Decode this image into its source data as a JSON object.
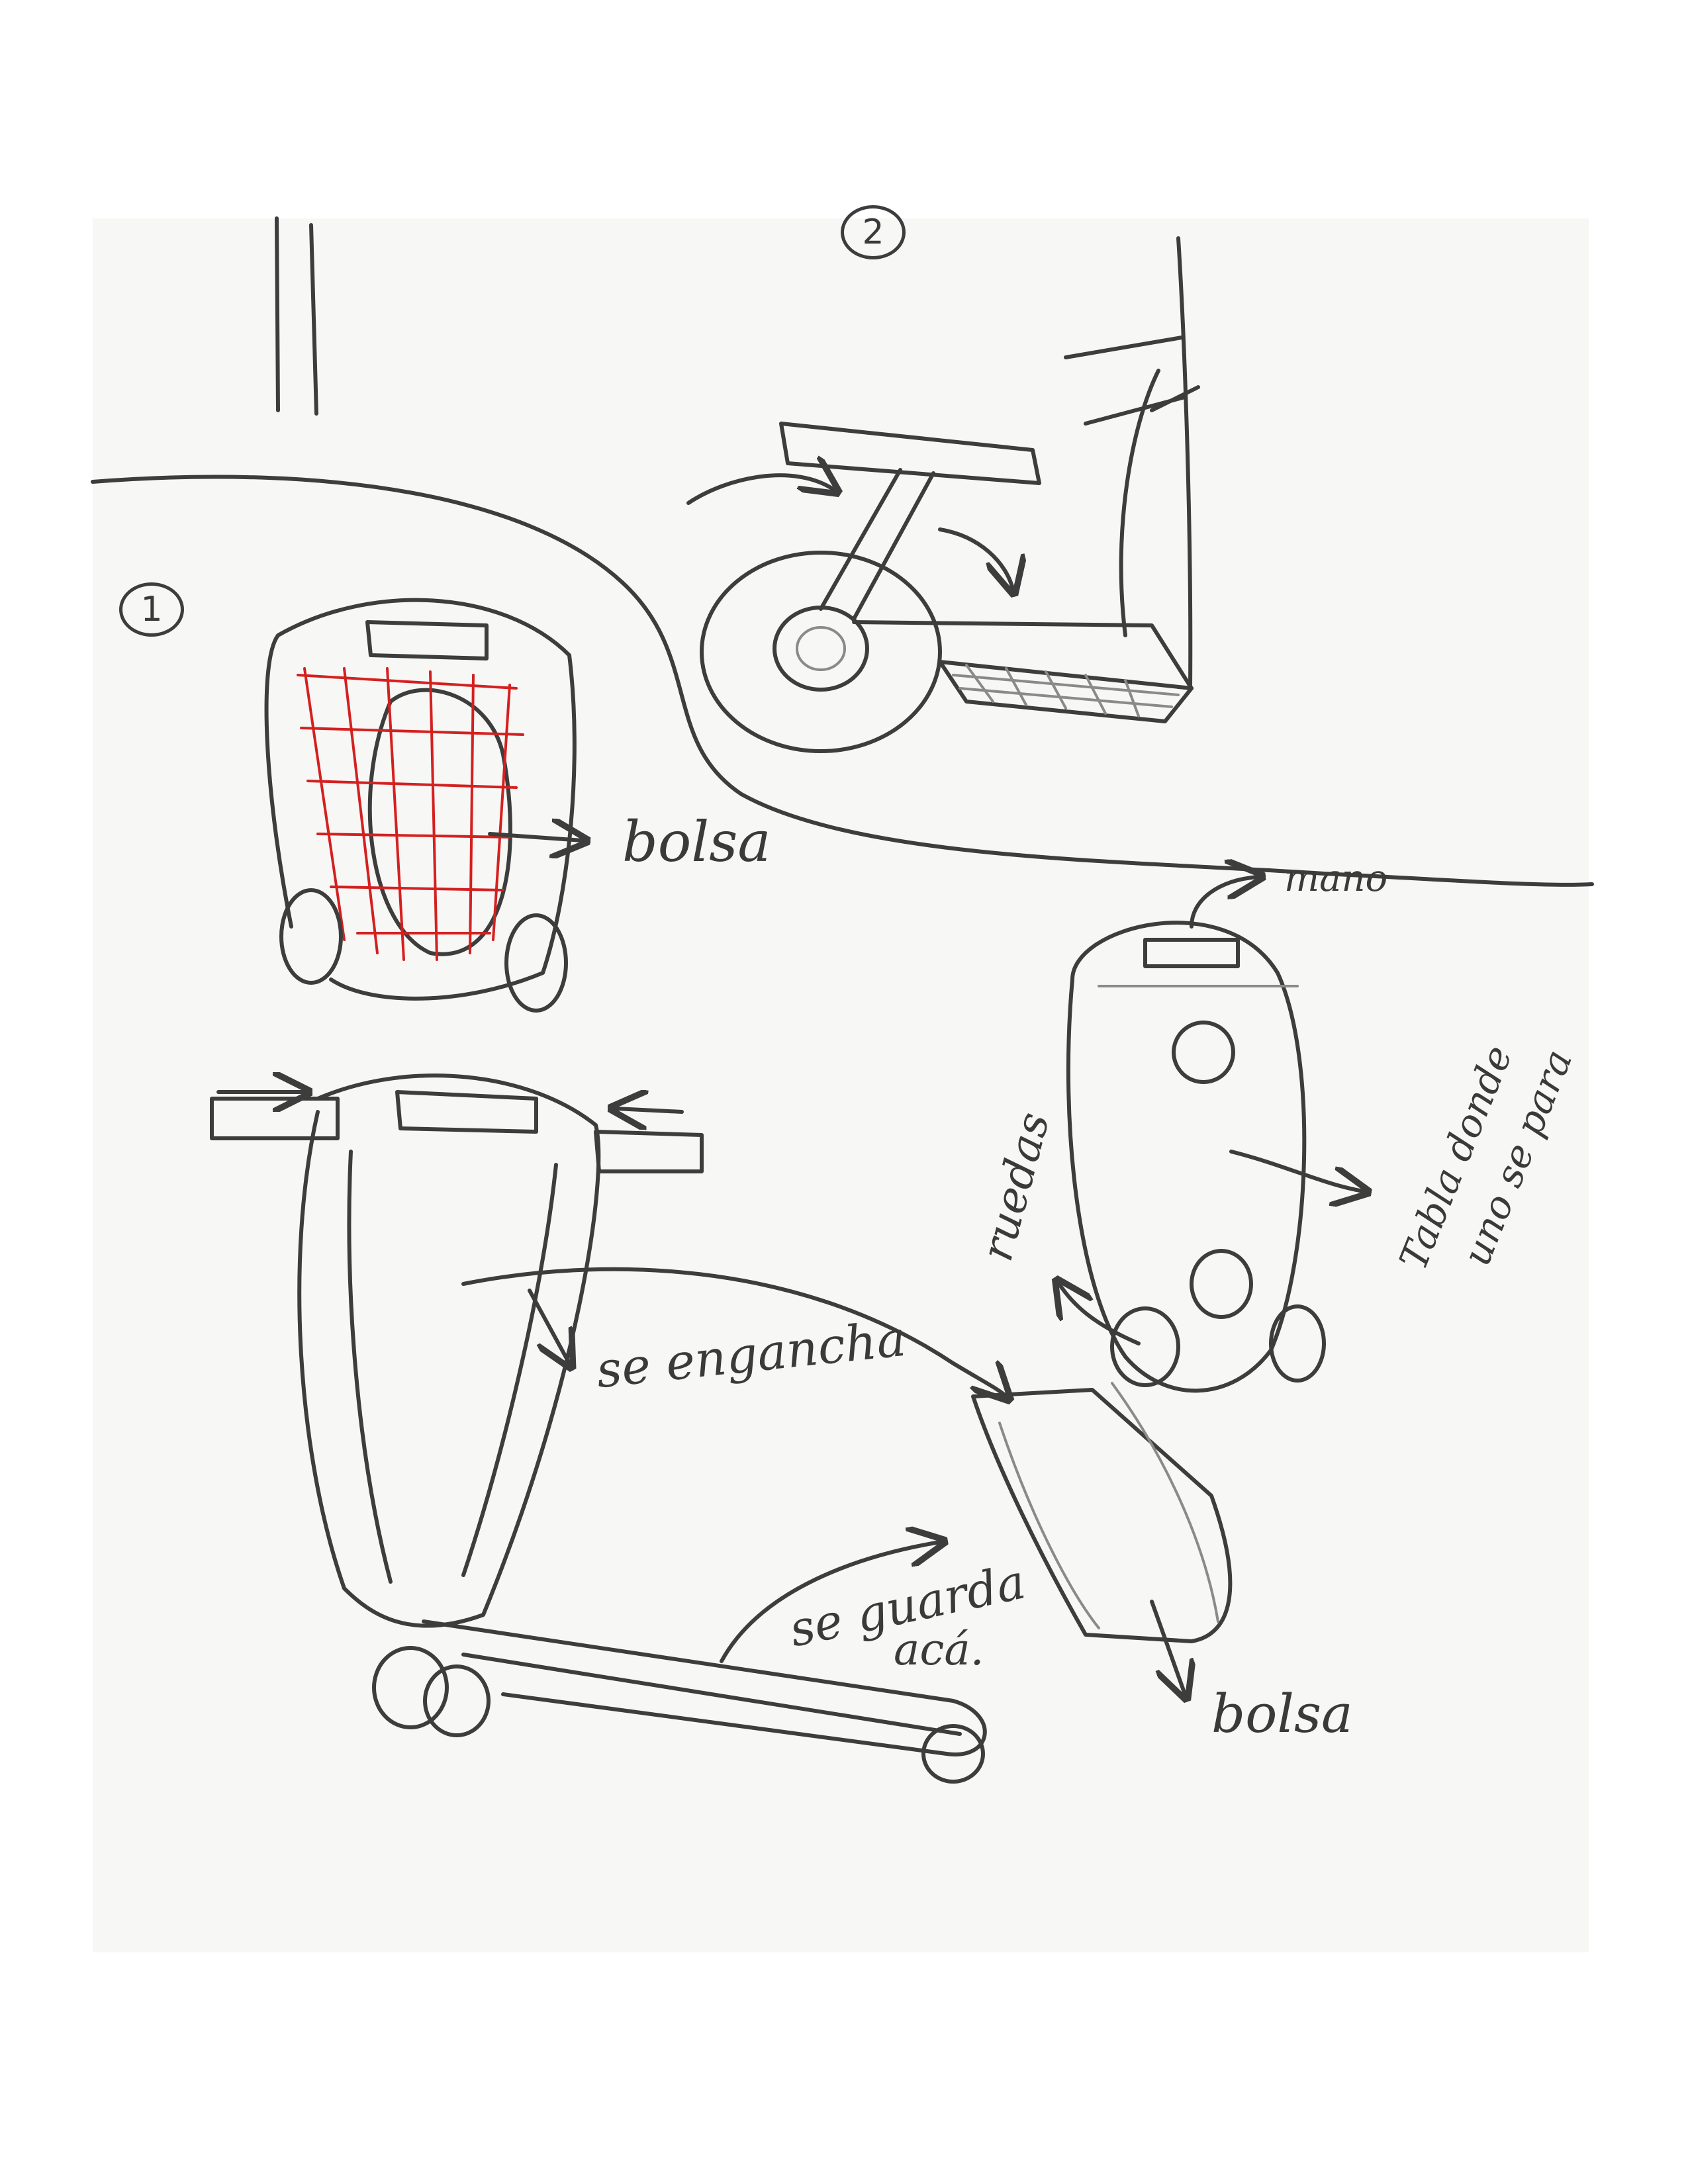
{
  "sketch_numbers": {
    "one": "1",
    "two": "2"
  },
  "annotations": {
    "bolsa_top": "bolsa",
    "mano": "mano",
    "ruedas": "ruedas",
    "tabla": "Tabla donde",
    "tabla_2": "uno se para",
    "se_engancha": "se engancha",
    "se_guarda": "se guarda",
    "aca": "acá.",
    "bolsa_bottom": "bolsa"
  },
  "colors": {
    "pencil": "#3d3d3d",
    "red_grid": "#d42020",
    "paper": "#f7f7f5"
  }
}
